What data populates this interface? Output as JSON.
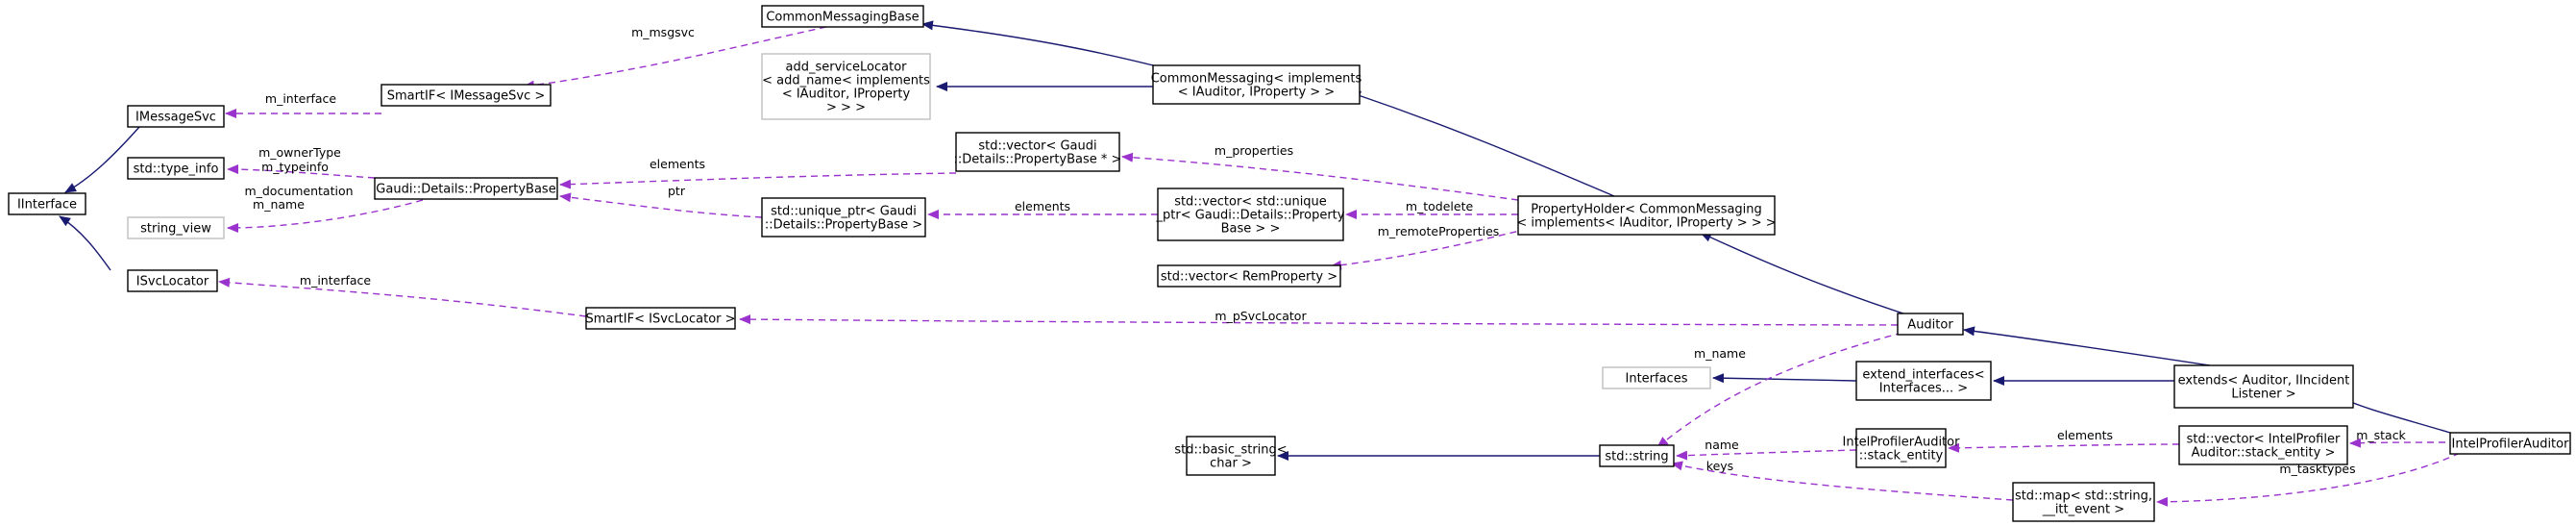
{
  "colors": {
    "inheritance_edge": "#191970",
    "usage_edge": "#9a32cd",
    "highlight_fill": "#bfbfbf",
    "external_border": "#bfbfbf"
  },
  "nodes": [
    {
      "id": "intel_profiler_auditor",
      "lines": [
        "IntelProfilerAuditor"
      ],
      "highlight": true
    },
    {
      "id": "extends_auditor",
      "lines": [
        "extends< Auditor, IIncident",
        "Listener >"
      ]
    },
    {
      "id": "auditor",
      "lines": [
        "Auditor"
      ]
    },
    {
      "id": "property_holder",
      "lines": [
        "PropertyHolder< CommonMessaging",
        "< implements< IAuditor, IProperty > > >"
      ]
    },
    {
      "id": "common_messaging",
      "lines": [
        "CommonMessaging< implements",
        "< IAuditor, IProperty > >"
      ]
    },
    {
      "id": "common_messaging_base",
      "lines": [
        "CommonMessagingBase"
      ]
    },
    {
      "id": "add_service_locator",
      "lines": [
        "add_serviceLocator",
        "< add_name< implements",
        "< IAuditor, IProperty",
        "> > >"
      ],
      "external": true
    },
    {
      "id": "smartif_imessagesvc",
      "lines": [
        "SmartIF< IMessageSvc >"
      ]
    },
    {
      "id": "imessagesvc",
      "lines": [
        "IMessageSvc"
      ]
    },
    {
      "id": "iinterface",
      "lines": [
        "IInterface"
      ]
    },
    {
      "id": "type_info",
      "lines": [
        "std::type_info"
      ]
    },
    {
      "id": "string_view",
      "lines": [
        "string_view"
      ],
      "external": true
    },
    {
      "id": "isvclocator",
      "lines": [
        "ISvcLocator"
      ]
    },
    {
      "id": "property_base",
      "lines": [
        "Gaudi::Details::PropertyBase"
      ]
    },
    {
      "id": "vector_propertybase_ptr",
      "lines": [
        "std::vector< Gaudi",
        "::Details::PropertyBase * >"
      ]
    },
    {
      "id": "unique_ptr_propertybase",
      "lines": [
        "std::unique_ptr< Gaudi",
        "::Details::PropertyBase >"
      ]
    },
    {
      "id": "vector_unique_ptr",
      "lines": [
        "std::vector< std::unique",
        "_ptr< Gaudi::Details::Property",
        "Base > >"
      ]
    },
    {
      "id": "vector_remproperty",
      "lines": [
        "std::vector< RemProperty >"
      ]
    },
    {
      "id": "smartif_isvclocator",
      "lines": [
        "SmartIF< ISvcLocator >"
      ]
    },
    {
      "id": "interfaces",
      "lines": [
        "Interfaces"
      ],
      "external": true
    },
    {
      "id": "extend_interfaces",
      "lines": [
        "extend_interfaces<",
        "Interfaces... >"
      ]
    },
    {
      "id": "basic_string",
      "lines": [
        "std::basic_string<",
        "char >"
      ]
    },
    {
      "id": "std_string",
      "lines": [
        "std::string"
      ]
    },
    {
      "id": "stack_entity",
      "lines": [
        "IntelProfilerAuditor",
        "::stack_entity"
      ]
    },
    {
      "id": "vector_stack_entity",
      "lines": [
        "std::vector< IntelProfiler",
        "Auditor::stack_entity >"
      ]
    },
    {
      "id": "map_itt_event",
      "lines": [
        "std::map< std::string,",
        "__itt_event >"
      ]
    }
  ],
  "edge_labels": {
    "m_msgsvc": "m_msgsvc",
    "m_interface_msg": "m_interface",
    "m_ownertype": "m_ownerType",
    "m_typeinfo": "m_typeinfo",
    "m_documentation": "m_documentation",
    "m_name_sv": "m_name",
    "elements_vec": "elements",
    "ptr": "ptr",
    "elements_uptr": "elements",
    "m_properties": "m_properties",
    "m_todelete": "m_todelete",
    "m_remoteproperties": "m_remoteProperties",
    "m_interface_svc": "m_interface",
    "m_psvclocator": "m_pSvcLocator",
    "m_name_str": "m_name",
    "name": "name",
    "keys": "keys",
    "elements_stack": "elements",
    "m_stack": "m_stack",
    "m_tasktypes": "m_tasktypes"
  }
}
